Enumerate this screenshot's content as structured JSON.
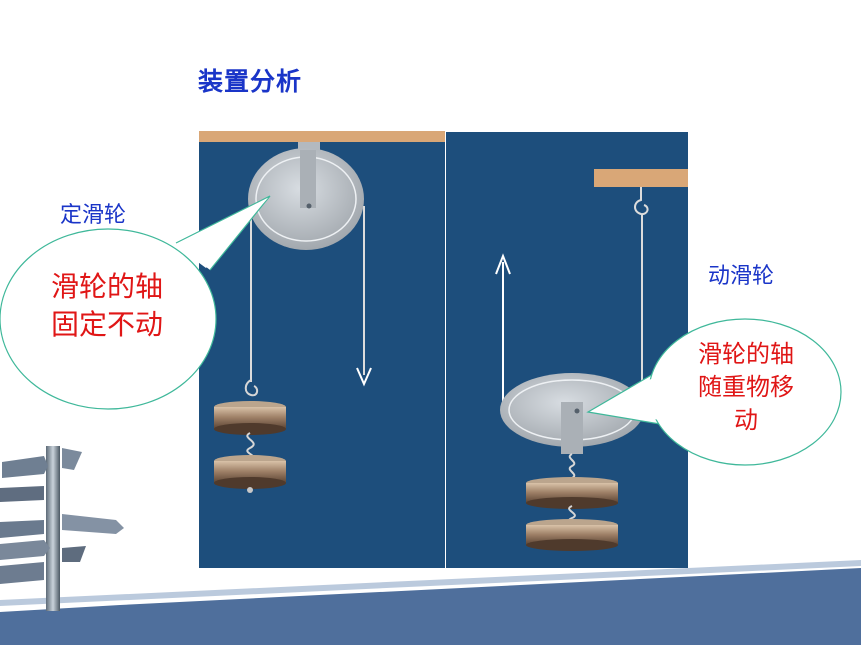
{
  "title": "装置分析",
  "fixed_pulley": {
    "label": "定滑轮",
    "note_line1": "滑轮的轴",
    "note_line2": "固定不动"
  },
  "movable_pulley": {
    "label": "动滑轮",
    "note_line1": "滑轮的轴",
    "note_line2": "随重物移",
    "note_line3": "动"
  },
  "colors": {
    "title": "#1a35c8",
    "note_text": "#e01616",
    "panel_bg": "#1d4e7c",
    "callout_border": "#3fb89a",
    "beam": "#d9a777",
    "footer_band": "#4f6f9c"
  }
}
